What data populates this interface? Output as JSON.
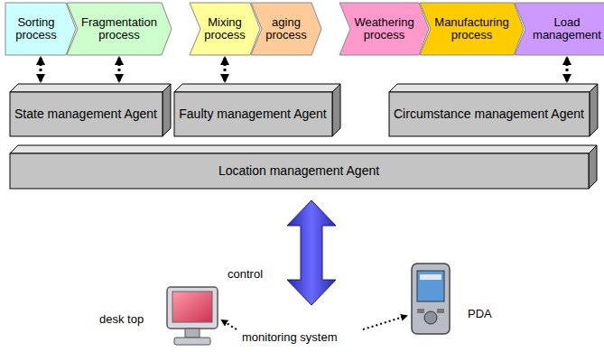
{
  "diagram": {
    "nodes": [
      {
        "text": [
          "Sorting process"
        ]
      },
      {
        "text": [
          "Fragmentation process"
        ]
      },
      {
        "text": [
          "Mixing process"
        ]
      },
      {
        "text": [
          "aging process"
        ]
      },
      {
        "text": [
          "Weathering process"
        ]
      },
      {
        "text": [
          "Manufacturing process"
        ]
      },
      {
        "text": [
          "Load management"
        ]
      },
      {
        "text": [
          "State management Agent"
        ]
      },
      {
        "text": [
          "Faulty management Agent"
        ]
      },
      {
        "text": [
          "Circumstance management Agent"
        ]
      },
      {
        "text": [
          "Location management Agent"
        ]
      }
    ],
    "edges": [
      {
        "from": 0,
        "to": 7,
        "arrow": "both"
      },
      {
        "from": 1,
        "to": 7,
        "arrow": "both"
      },
      {
        "from": 2,
        "to": 8,
        "arrow": "both"
      },
      {
        "from": 6,
        "to": 9,
        "arrow": "both"
      }
    ],
    "labels": [
      "control",
      "desk top",
      "PDA",
      "monitoring system"
    ]
  }
}
